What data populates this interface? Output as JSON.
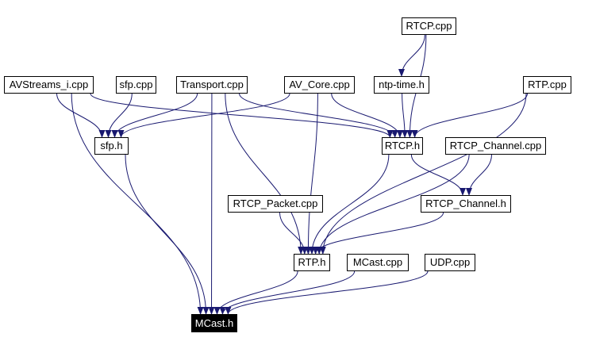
{
  "colors": {
    "edge": "#191970",
    "node_border": "#000000",
    "focus_fill": "#000000",
    "focus_text": "#ffffff"
  },
  "nodes": {
    "mcast_h": "MCast.h",
    "rtcp_cpp": "RTCP.cpp",
    "avstreams_cpp": "AVStreams_i.cpp",
    "sfp_cpp": "sfp.cpp",
    "transport_cpp": "Transport.cpp",
    "av_core_cpp": "AV_Core.cpp",
    "ntp_time_h": "ntp-time.h",
    "rtp_cpp": "RTP.cpp",
    "sfp_h": "sfp.h",
    "rtcp_h": "RTCP.h",
    "rtcp_channel_cpp": "RTCP_Channel.cpp",
    "rtcp_packet_cpp": "RTCP_Packet.cpp",
    "rtcp_channel_h": "RTCP_Channel.h",
    "rtp_h": "RTP.h",
    "mcast_cpp": "MCast.cpp",
    "udp_cpp": "UDP.cpp"
  },
  "focus_node": "mcast_h",
  "edges": [
    [
      "rtcp_cpp",
      "ntp_time_h"
    ],
    [
      "rtcp_cpp",
      "rtcp_h"
    ],
    [
      "ntp_time_h",
      "rtcp_h"
    ],
    [
      "avstreams_cpp",
      "sfp_h"
    ],
    [
      "avstreams_cpp",
      "rtcp_h"
    ],
    [
      "avstreams_cpp",
      "mcast_h"
    ],
    [
      "sfp_cpp",
      "sfp_h"
    ],
    [
      "transport_cpp",
      "sfp_h"
    ],
    [
      "transport_cpp",
      "rtcp_h"
    ],
    [
      "transport_cpp",
      "rtp_h"
    ],
    [
      "transport_cpp",
      "mcast_h"
    ],
    [
      "av_core_cpp",
      "sfp_h"
    ],
    [
      "av_core_cpp",
      "rtcp_h"
    ],
    [
      "av_core_cpp",
      "rtp_h"
    ],
    [
      "rtp_cpp",
      "rtcp_h"
    ],
    [
      "rtp_cpp",
      "rtp_h"
    ],
    [
      "sfp_h",
      "mcast_h"
    ],
    [
      "rtcp_h",
      "rtcp_channel_h"
    ],
    [
      "rtcp_h",
      "rtp_h"
    ],
    [
      "rtcp_channel_cpp",
      "rtcp_channel_h"
    ],
    [
      "rtcp_channel_cpp",
      "rtp_h"
    ],
    [
      "rtcp_packet_cpp",
      "rtp_h"
    ],
    [
      "rtcp_channel_h",
      "rtp_h"
    ],
    [
      "rtp_h",
      "mcast_h"
    ],
    [
      "mcast_cpp",
      "mcast_h"
    ],
    [
      "udp_cpp",
      "mcast_h"
    ]
  ]
}
